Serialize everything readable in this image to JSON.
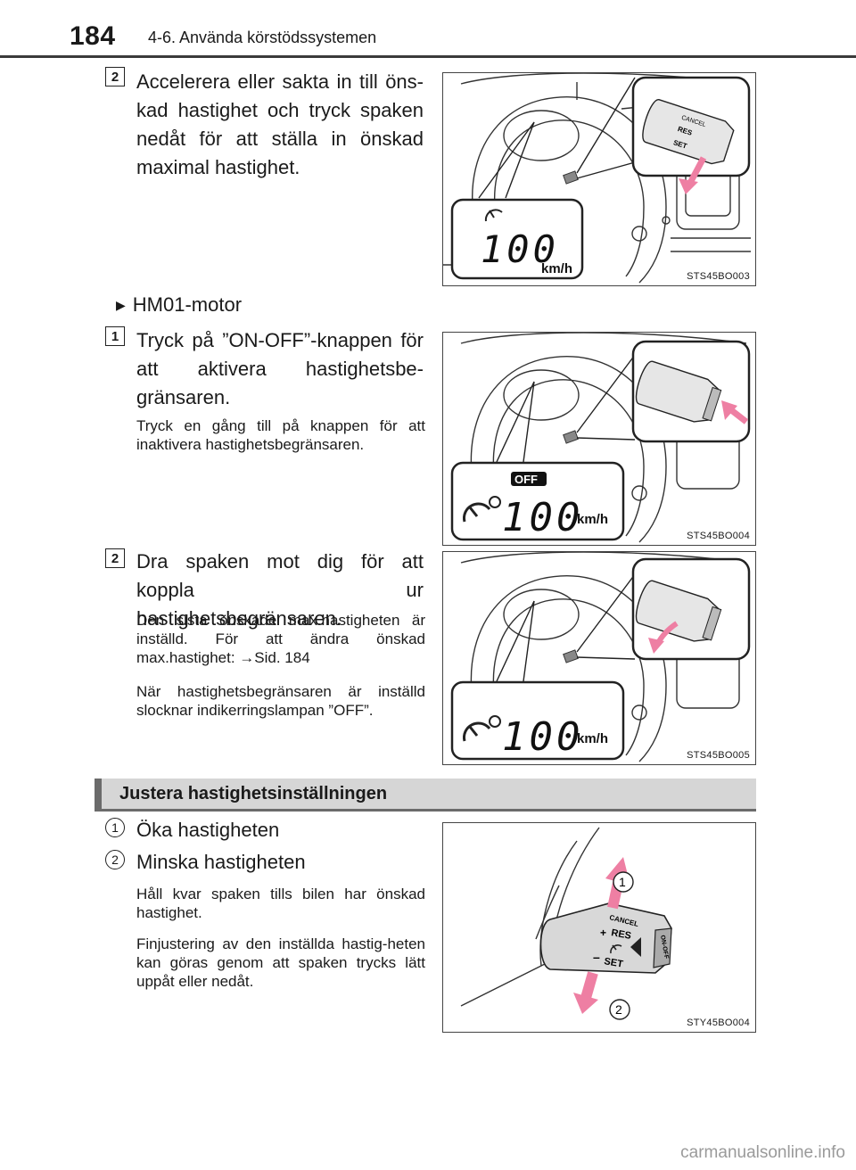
{
  "header": {
    "page_number": "184",
    "section": "4-6. Använda körstödssystemen"
  },
  "step_a": {
    "badge": "2",
    "text": "Accelerera eller sakta in till öns-kad hastighet och tryck spaken nedåt för att ställa in önskad maximal hastighet.",
    "figure_code": "STS45BO003",
    "display": {
      "speed": "100",
      "unit": "km/h"
    },
    "lever_labels": {
      "cancel": "CANCEL",
      "res": "RES",
      "set": "SET",
      "plus": "+",
      "minus": "–"
    }
  },
  "bullet": {
    "glyph": "▶",
    "text": "HM01-motor"
  },
  "step_b": {
    "badge": "1",
    "text": "Tryck på ”ON-OFF”-knappen för att aktivera hastighetsbe-gränsaren.",
    "note": "Tryck en gång till på knappen för att inaktivera hastighetsbegränsaren.",
    "figure_code": "STS45BO004",
    "display": {
      "status": "OFF",
      "speed": "100",
      "unit": "km/h"
    }
  },
  "step_c": {
    "badge": "2",
    "text": "Dra spaken mot dig för att koppla ur hastighetsbegränsaren.",
    "note_1_prefix": "Den sista önskade max.hastigheten är inställd. För att ändra önskad max.hastighet: ",
    "note_1_arrow": "→",
    "note_1_ref": "Sid. 184",
    "note_2": "När hastighetsbegränsaren är inställd slocknar indikerringslampan ”OFF”.",
    "figure_code": "STS45BO005",
    "display": {
      "speed": "100",
      "unit": "km/h"
    }
  },
  "subheading": "Justera hastighetsinställningen",
  "adjust": {
    "item1_badge": "1",
    "item1_text": "Öka hastigheten",
    "item2_badge": "2",
    "item2_text": "Minska hastigheten",
    "note_1": "Håll kvar spaken tills bilen har önskad hastighet.",
    "note_2": "Finjustering av den inställda hastig-heten kan göras genom att spaken trycks lätt uppåt eller nedåt.",
    "figure_code": "STY45BO004",
    "callout_1": "1",
    "callout_2": "2",
    "lever_labels": {
      "cancel": "CANCEL",
      "res": "RES",
      "set": "SET",
      "onoff": "ON-OFF",
      "plus": "+",
      "minus": "–"
    }
  },
  "watermark": "carmanualsonline.info",
  "colors": {
    "arrow": "#ee7fa3",
    "subhead_bg": "#d6d6d6",
    "subhead_accent": "#6b6b6b"
  }
}
